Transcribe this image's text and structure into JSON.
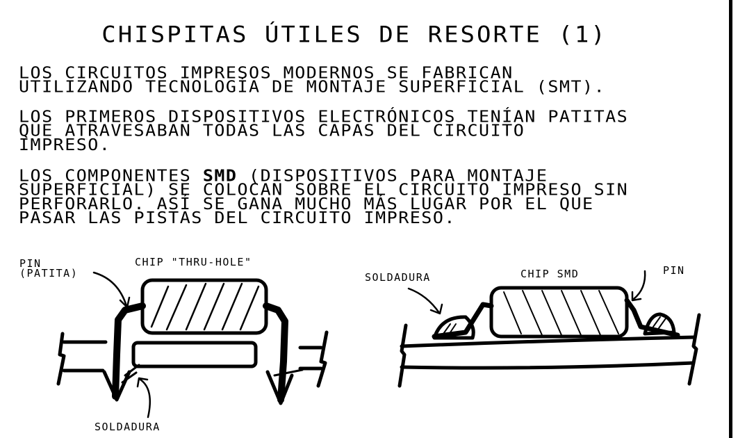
{
  "title": "CHISPITAS ÚTILES DE RESORTE (1)",
  "paragraphs": [
    {
      "lines": [
        "LOS CIRCUITOS IMPRESOS MODERNOS SE FABRICAN",
        "UTILIZANDO TECNOLOGÍA DE MONTAJE SUPERFICIAL (SMT)."
      ]
    },
    {
      "lines": [
        "LOS PRIMEROS DISPOSITIVOS ELECTRÓNICOS TENÍAN PATITAS",
        "QUE ATRAVESABAN TODAS LAS CAPAS DEL CIRCUITO",
        "IMPRESO."
      ]
    },
    {
      "lines_prefix": "LOS COMPONENTES ",
      "bold_term": "SMD",
      "lines_suffix": " (DISPOSITIVOS PARA MONTAJE",
      "lines": [
        "SUPERFICIAL) SE COLOCAN SOBRE EL CIRCUITO IMPRESO SIN",
        "PERFORARLO. ASÍ SE GANA MUCHO MÁS LUGAR POR EL QUE",
        "PASAR LAS PISTAS DEL CIRCUITO IMPRESO."
      ]
    }
  ],
  "diagram_thru_hole": {
    "chip_label": "CHIP \"THRU-HOLE\"",
    "pin_label_1": "PIN",
    "pin_label_2": "(PATITA)",
    "solder_label": "SOLDADURA"
  },
  "diagram_smd": {
    "chip_label": "CHIP SMD",
    "pin_label": "PIN",
    "solder_label": "SOLDADURA"
  },
  "colors": {
    "ink": "#000000",
    "paper": "#ffffff"
  }
}
